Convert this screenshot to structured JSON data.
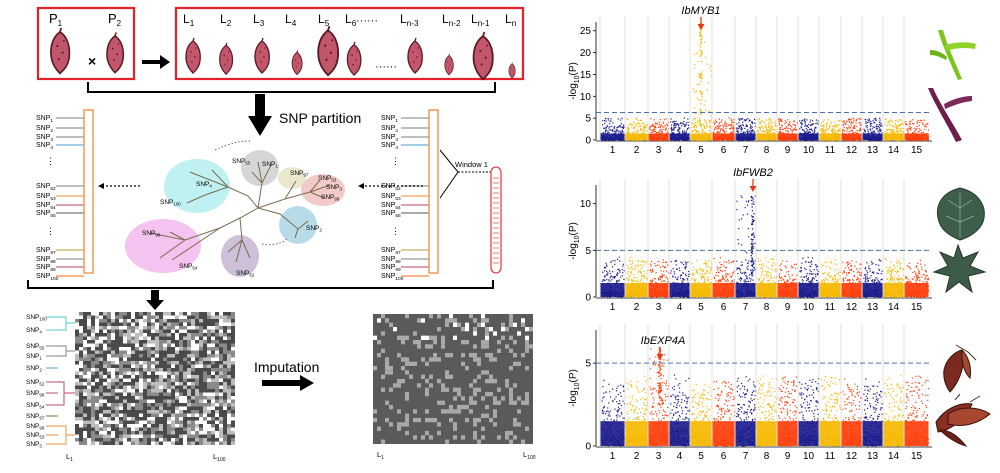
{
  "left": {
    "parents": [
      "P",
      "P"
    ],
    "parent_subs": [
      "1",
      "2"
    ],
    "cross_symbol": "×",
    "lines": {
      "labels": [
        "L",
        "L",
        "L",
        "L",
        "L",
        "L",
        "L",
        "L",
        "L",
        "L"
      ],
      "subs": [
        "1",
        "2",
        "3",
        "4",
        "5",
        "6",
        "n-3",
        "n-2",
        "n-1",
        "n"
      ],
      "ellipsis": "······"
    },
    "snp_partition_label": "SNP partition",
    "window_label": "Window 1",
    "imputation_label": "Imputation",
    "snp_list_left": [
      [
        "SNP",
        "1"
      ],
      [
        "SNP",
        "2"
      ],
      [
        "SNP",
        "3"
      ],
      [
        "SNP",
        "4"
      ],
      [
        "SNP",
        "52"
      ],
      [
        "SNP",
        "53"
      ],
      [
        "SNP",
        "54"
      ],
      [
        "SNP",
        "55"
      ],
      [
        "SNP",
        "97"
      ],
      [
        "SNP",
        "98"
      ],
      [
        "SNP",
        "99"
      ],
      [
        "SNP",
        "100"
      ]
    ],
    "snp_list_right": [
      [
        "SNP",
        "1"
      ],
      [
        "SNP",
        "2"
      ],
      [
        "SNP",
        "3"
      ],
      [
        "SNP",
        "4"
      ],
      [
        "SNP",
        "52"
      ],
      [
        "SNP",
        "53"
      ],
      [
        "SNP",
        "54"
      ],
      [
        "SNP",
        "55"
      ],
      [
        "SNP",
        "97"
      ],
      [
        "SNP",
        "98"
      ],
      [
        "SNP",
        "99"
      ],
      [
        "SNP",
        "100"
      ]
    ],
    "tree_labels": [
      [
        "SNP",
        "4"
      ],
      [
        "SNP",
        "100"
      ],
      [
        "SNP",
        "55"
      ],
      [
        "SNP",
        "1"
      ],
      [
        "SNP",
        "97"
      ],
      [
        "SNP",
        "53"
      ],
      [
        "SNP",
        "3"
      ],
      [
        "SNP",
        "99"
      ],
      [
        "SNP",
        "2"
      ],
      [
        "SNP",
        "98"
      ],
      [
        "SNP",
        "54"
      ],
      [
        "SNP",
        "52"
      ]
    ],
    "heatmap_rows": [
      [
        "SNP",
        "100"
      ],
      [
        "SNP",
        "4"
      ],
      [
        "SNP",
        "55"
      ],
      [
        "SNP",
        "1"
      ],
      [
        "SNP",
        "2"
      ],
      [
        "SNP",
        "52"
      ],
      [
        "SNP",
        "98"
      ],
      [
        "SNP",
        "54"
      ],
      [
        "SNP",
        "97"
      ],
      [
        "SNP",
        "99"
      ],
      [
        "SNP",
        "53"
      ],
      [
        "SNP",
        "3"
      ]
    ],
    "heatmap_x_start": [
      "L",
      "1"
    ],
    "heatmap_x_end": [
      "L",
      "100"
    ],
    "imputed_x_start": [
      "L",
      "1"
    ],
    "imputed_x_end": [
      "L",
      "100"
    ]
  },
  "chart_data": [
    {
      "type": "scatter",
      "title": "",
      "gene_label": "IbMYB1",
      "ylabel_base": "-log",
      "ylabel_sub": "10",
      "ylabel_tail": "(P)",
      "ylim": [
        0,
        27
      ],
      "yticks": [
        0,
        5,
        10,
        15,
        20,
        25
      ],
      "threshold": 6.3,
      "peak_chromosome": 5,
      "peak_value": 27,
      "chromosomes": [
        "1",
        "2",
        "3",
        "4",
        "5",
        "6",
        "7",
        "8",
        "9",
        "10",
        "11",
        "12",
        "13",
        "14",
        "15"
      ],
      "colors": [
        "#1a1a8c",
        "#f5b800",
        "#ff3d0a"
      ]
    },
    {
      "type": "scatter",
      "title": "",
      "gene_label": "IbFWB2",
      "ylabel_base": "-log",
      "ylabel_sub": "10",
      "ylabel_tail": "(P)",
      "ylim": [
        0,
        12
      ],
      "yticks": [
        0,
        5,
        10
      ],
      "threshold": 5,
      "peak_chromosome": 7,
      "peak_value": 11,
      "chromosomes": [
        "1",
        "2",
        "3",
        "4",
        "5",
        "6",
        "7",
        "8",
        "9",
        "10",
        "11",
        "12",
        "13",
        "14",
        "15"
      ],
      "colors": [
        "#1a1a8c",
        "#f5b800",
        "#ff3d0a"
      ]
    },
    {
      "type": "scatter",
      "title": "",
      "gene_label": "IbEXP4A",
      "ylabel_base": "-log",
      "ylabel_sub": "10",
      "ylabel_tail": "(P)",
      "ylim": [
        0,
        7
      ],
      "yticks": [
        0,
        5
      ],
      "threshold": 5,
      "peak_chromosome": 3,
      "peak_value": 6,
      "chromosomes": [
        "1",
        "2",
        "3",
        "4",
        "5",
        "6",
        "7",
        "8",
        "9",
        "10",
        "11",
        "12",
        "13",
        "14",
        "15"
      ],
      "colors": [
        "#1a1a8c",
        "#f5b800",
        "#ff3d0a"
      ]
    }
  ],
  "colors": {
    "red_box": "#e8202a",
    "root": "#c2566a",
    "root_dark": "#6b1e2a",
    "orange_line": "#f08a3c",
    "threshold": "#4a6fb0",
    "arrow": "#e03a1a"
  },
  "icons": [
    "sweetpotato-root-icon",
    "arrow-right-icon",
    "leaf-icon",
    "stem-icon",
    "storage-root-icon"
  ]
}
